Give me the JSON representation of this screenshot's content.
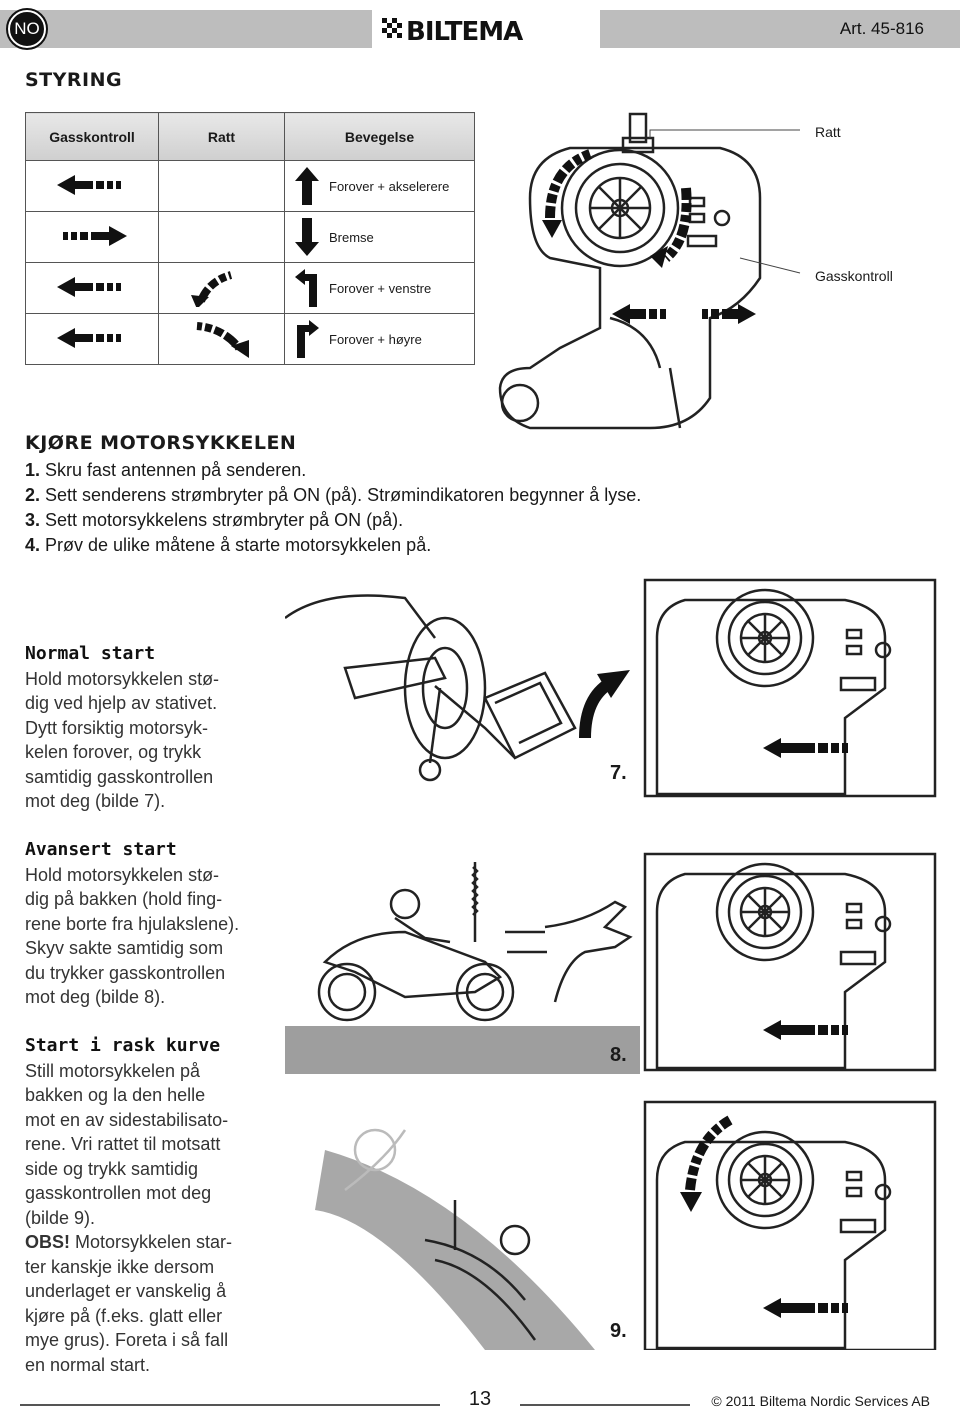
{
  "header": {
    "lang": "NO",
    "brand": "BILTEMA",
    "article": "Art. 45-816"
  },
  "steering": {
    "title": "STYRING",
    "columns": [
      "Gasskontroll",
      "Ratt",
      "Bevegelse"
    ],
    "rows": [
      {
        "movement": "Forover + akselerere"
      },
      {
        "movement": "Bremse"
      },
      {
        "movement": "Forover + venstre"
      },
      {
        "movement": "Forover + høyre"
      }
    ],
    "labels": {
      "wheel": "Ratt",
      "throttle": "Gasskontroll"
    }
  },
  "drive": {
    "title": "KJØRE MOTORSYKKELEN",
    "steps": [
      {
        "n": "1.",
        "text": "Skru fast antennen på senderen."
      },
      {
        "n": "2.",
        "text": "Sett senderens strømbryter på ON (på). Strømindikatoren begynner å lyse."
      },
      {
        "n": "3.",
        "text": "Sett motorsykkelens strømbryter på ON (på)."
      },
      {
        "n": "4.",
        "text": "Prøv de ulike måtene å starte motorsykkelen på."
      }
    ]
  },
  "normal": {
    "title": "Normal start",
    "text": "Hold motorsykkelen stø-dig ved hjelp av stativet. Dytt forsiktig motorsyk-kelen forover, og trykk samtidig gasskontrollen mot deg (bilde 7).",
    "lines": [
      "Hold motorsykkelen stø-",
      "dig ved hjelp av stativet.",
      "Dytt forsiktig motorsyk-",
      "kelen forover, og trykk",
      "samtidig gasskontrollen",
      "mot deg (bilde 7)."
    ]
  },
  "advanced": {
    "title": "Avansert start",
    "lines": [
      "Hold motorsykkelen stø-",
      "dig på bakken (hold fing-",
      "rene borte fra hjulakslene).",
      "Skyv sakte samtidig som",
      "du trykker gasskontrollen",
      "mot deg (bilde 8)."
    ]
  },
  "curve": {
    "title": "Start i rask kurve",
    "lines": [
      "Still motorsykkelen på",
      "bakken og la den helle",
      "mot en av sidestabilisato-",
      "rene. Vri rattet til motsatt",
      "side og trykk samtidig",
      "gasskontrollen mot deg",
      "(bilde 9)."
    ],
    "obs_label": "OBS!",
    "obs_lines": [
      " Motorsykkelen star-",
      "ter kanskje ikke dersom",
      "underlaget er vanskelig å",
      "kjøre på (f.eks. glatt eller",
      "mye grus). Foreta i så fall",
      "en normal start."
    ]
  },
  "figures": {
    "fig7": "7.",
    "fig8": "8.",
    "fig9": "9."
  },
  "footer": {
    "page": "13",
    "copyright": "© 2011 Biltema Nordic Services AB"
  }
}
